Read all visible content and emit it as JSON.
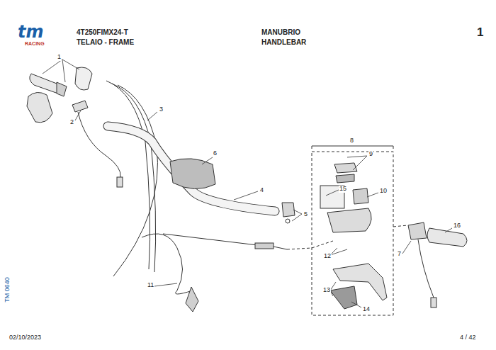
{
  "diagram": {
    "labels": [
      "tm",
      "RACING",
      "4T250FIMX24-T",
      "TELAIO - FRAME",
      "MANUBRIO",
      "HANDLEBAR",
      "1",
      "1",
      "2",
      "3",
      "6",
      "8",
      "9",
      "4",
      "15",
      "10",
      "5",
      "12",
      "7",
      "16",
      "11",
      "13",
      "14",
      "TM 0640",
      "02/10/2023",
      "4 / 42"
    ]
  }
}
